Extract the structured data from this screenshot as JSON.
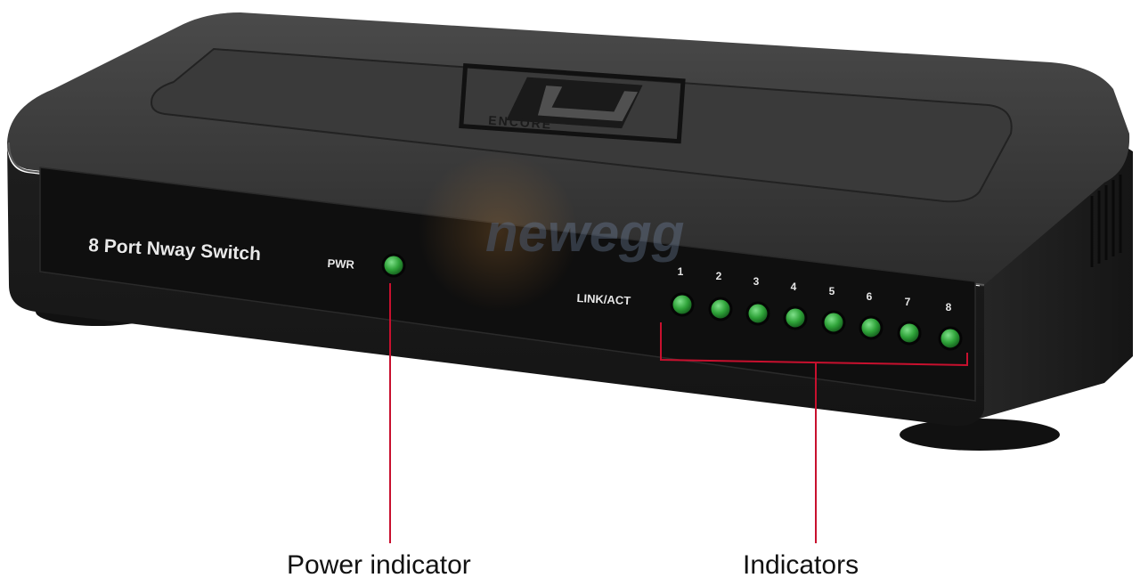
{
  "device": {
    "model_label": "8 Port Nway Switch",
    "power_label": "PWR",
    "link_label": "LINK/ACT",
    "port_numbers": [
      "1",
      "2",
      "3",
      "4",
      "5",
      "6",
      "7",
      "8"
    ],
    "logo_text": "ENCORE",
    "watermark_text": "newegg"
  },
  "callouts": {
    "power": "Power indicator",
    "indicators": "Indicators"
  },
  "colors": {
    "body": "#2b2b2b",
    "led": "#2fa339",
    "callout_line": "#c8102e"
  }
}
